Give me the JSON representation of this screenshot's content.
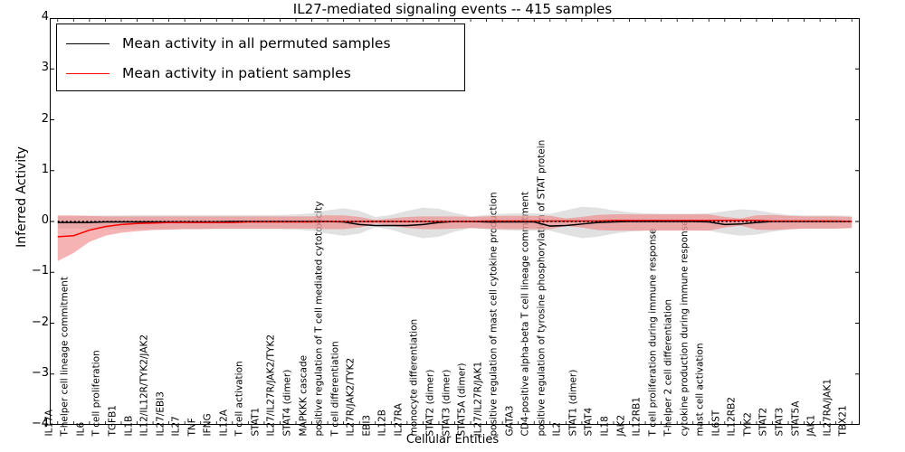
{
  "chart_data": {
    "type": "line",
    "title": "IL27-mediated signaling events -- 415 samples",
    "xlabel": "Cellular Entities",
    "ylabel": "Inferred Activity",
    "ylim": [
      -4,
      4
    ],
    "yticks": [
      4,
      3,
      2,
      1,
      0,
      -1,
      -2,
      -3,
      -4
    ],
    "grid": false,
    "legend_position": "upper left",
    "legend": [
      {
        "name": "Mean activity in all permuted samples",
        "color": "#000000"
      },
      {
        "name": "Mean activity in patient samples",
        "color": "#ff0000"
      }
    ],
    "categories": [
      "IL17A",
      "T-helper cell lineage commitment",
      "IL6",
      "T cell proliferation",
      "TGFB1",
      "IL1B",
      "IL12/IL12R/TYK2/JAK2",
      "IL27/EBI3",
      "IL27",
      "TNF",
      "IFNG",
      "IL12A",
      "T cell activation",
      "STAT1",
      "IL27/IL27R/JAK2/TYK2",
      "STAT4 (dimer)",
      "MAPKKK cascade",
      "positive regulation of T cell mediated cytotoxicity",
      "T cell differentiation",
      "IL27R/JAK2/TYK2",
      "EBI3",
      "IL12B",
      "IL27RA",
      "monocyte differentiation",
      "STAT2 (dimer)",
      "STAT3 (dimer)",
      "STAT5A (dimer)",
      "IL27/IL27R/JAK1",
      "positive regulation of mast cell cytokine production",
      "GATA3",
      "CD4-positive alpha-beta T cell lineage commitment",
      "positive regulation of tyrosine phosphorylation of STAT protein",
      "IL2",
      "STAT1 (dimer)",
      "STAT4",
      "IL18",
      "JAK2",
      "IL12RB1",
      "T cell proliferation during immune response",
      "T-helper 2 cell differentiation",
      "cytokine production during immune response",
      "mast cell activation",
      "IL6ST",
      "IL12RB2",
      "TYK2",
      "STAT2",
      "STAT3",
      "STAT5A",
      "JAK1",
      "IL27RA/JAK1",
      "TBX21"
    ],
    "series": [
      {
        "name": "Mean activity in all permuted samples",
        "color": "#000000",
        "style": "solid",
        "values": [
          -0.02,
          -0.02,
          -0.02,
          -0.01,
          -0.01,
          -0.01,
          -0.01,
          -0.01,
          -0.01,
          -0.01,
          -0.01,
          0.0,
          0.0,
          0.0,
          0.0,
          0.0,
          0.0,
          0.0,
          -0.01,
          -0.06,
          -0.08,
          -0.08,
          -0.08,
          -0.06,
          -0.02,
          0.0,
          0.0,
          -0.01,
          -0.01,
          -0.01,
          -0.01,
          -0.09,
          -0.08,
          -0.05,
          -0.02,
          -0.01,
          0.0,
          0.0,
          0.0,
          0.0,
          0.0,
          -0.01,
          -0.06,
          -0.05,
          -0.02,
          0.0,
          0.0,
          0.0,
          0.0,
          0.0,
          0.0
        ]
      },
      {
        "name": "Mean activity in patient samples",
        "color": "#ff0000",
        "style": "solid",
        "values": [
          -0.3,
          -0.28,
          -0.17,
          -0.1,
          -0.06,
          -0.04,
          -0.03,
          -0.02,
          -0.02,
          -0.02,
          -0.02,
          -0.02,
          -0.01,
          -0.01,
          -0.01,
          -0.01,
          -0.01,
          0.0,
          0.0,
          0.0,
          0.0,
          0.0,
          0.0,
          0.0,
          0.0,
          0.0,
          0.0,
          0.01,
          0.01,
          0.01,
          0.01,
          0.01,
          0.01,
          0.01,
          0.01,
          0.02,
          0.02,
          0.02,
          0.02,
          0.02,
          0.02,
          0.02,
          0.02,
          0.02,
          0.02,
          0.01,
          0.01,
          0.01,
          0.01,
          0.01,
          0.0
        ]
      },
      {
        "name": "Zero reference (dotted)",
        "color": "#000000",
        "style": "dotted",
        "values": [
          0,
          0,
          0,
          0,
          0,
          0,
          0,
          0,
          0,
          0,
          0,
          0,
          0,
          0,
          0,
          0,
          0,
          0,
          0,
          0,
          0,
          0,
          0,
          0,
          0,
          0,
          0,
          0,
          0,
          0,
          0,
          0,
          0,
          0,
          0,
          0,
          0,
          0,
          0,
          0,
          0,
          0,
          0,
          0,
          0,
          0,
          0,
          0,
          0,
          0,
          0
        ]
      }
    ],
    "bands": [
      {
        "name": "permuted-samples-band",
        "color": "#c8c8c8",
        "opacity": 0.55,
        "upper": [
          0.1,
          0.1,
          0.11,
          0.12,
          0.12,
          0.13,
          0.13,
          0.13,
          0.13,
          0.13,
          0.13,
          0.13,
          0.13,
          0.13,
          0.13,
          0.14,
          0.16,
          0.22,
          0.26,
          0.21,
          0.09,
          0.13,
          0.21,
          0.27,
          0.25,
          0.17,
          0.1,
          0.13,
          0.15,
          0.16,
          0.16,
          0.15,
          0.22,
          0.29,
          0.27,
          0.22,
          0.18,
          0.16,
          0.15,
          0.15,
          0.15,
          0.16,
          0.2,
          0.24,
          0.22,
          0.17,
          0.13,
          0.12,
          0.12,
          0.12,
          0.11
        ],
        "lower": [
          -0.14,
          -0.14,
          -0.15,
          -0.15,
          -0.15,
          -0.15,
          -0.15,
          -0.15,
          -0.15,
          -0.15,
          -0.15,
          -0.15,
          -0.15,
          -0.15,
          -0.15,
          -0.16,
          -0.18,
          -0.24,
          -0.28,
          -0.24,
          -0.11,
          -0.16,
          -0.26,
          -0.33,
          -0.3,
          -0.2,
          -0.13,
          -0.15,
          -0.17,
          -0.18,
          -0.18,
          -0.18,
          -0.26,
          -0.33,
          -0.3,
          -0.24,
          -0.2,
          -0.18,
          -0.17,
          -0.17,
          -0.17,
          -0.18,
          -0.24,
          -0.28,
          -0.26,
          -0.2,
          -0.16,
          -0.14,
          -0.14,
          -0.14,
          -0.13
        ]
      },
      {
        "name": "patient-samples-band",
        "color": "#f08080",
        "opacity": 0.6,
        "upper": [
          0.12,
          0.12,
          0.11,
          0.1,
          0.1,
          0.1,
          0.1,
          0.1,
          0.1,
          0.1,
          0.1,
          0.1,
          0.1,
          0.1,
          0.1,
          0.1,
          0.1,
          0.12,
          0.12,
          0.09,
          0.03,
          0.06,
          0.09,
          0.1,
          0.1,
          0.1,
          0.09,
          0.1,
          0.11,
          0.11,
          0.11,
          0.11,
          0.06,
          0.09,
          0.13,
          0.14,
          0.14,
          0.14,
          0.14,
          0.14,
          0.14,
          0.14,
          0.09,
          0.06,
          0.12,
          0.13,
          0.11,
          0.1,
          0.1,
          0.1,
          0.09
        ],
        "lower": [
          -0.78,
          -0.62,
          -0.4,
          -0.28,
          -0.22,
          -0.19,
          -0.17,
          -0.16,
          -0.15,
          -0.15,
          -0.14,
          -0.14,
          -0.14,
          -0.14,
          -0.14,
          -0.14,
          -0.14,
          -0.15,
          -0.15,
          -0.12,
          -0.04,
          -0.09,
          -0.13,
          -0.15,
          -0.15,
          -0.14,
          -0.13,
          -0.14,
          -0.15,
          -0.15,
          -0.15,
          -0.15,
          -0.09,
          -0.12,
          -0.17,
          -0.18,
          -0.18,
          -0.18,
          -0.18,
          -0.18,
          -0.18,
          -0.18,
          -0.12,
          -0.08,
          -0.16,
          -0.17,
          -0.15,
          -0.14,
          -0.14,
          -0.14,
          -0.13
        ]
      }
    ]
  }
}
